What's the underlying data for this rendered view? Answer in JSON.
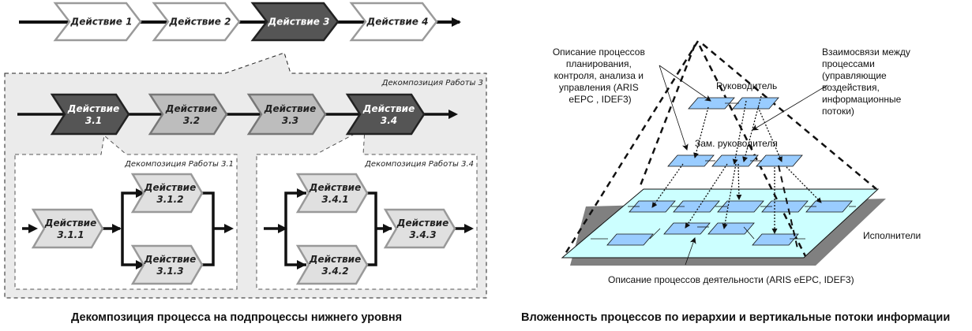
{
  "left_diagram": {
    "top_flow": [
      {
        "label": "Действие 1",
        "style": "white"
      },
      {
        "label": "Действие 2",
        "style": "white"
      },
      {
        "label": "Действие 3",
        "style": "dark"
      },
      {
        "label": "Действие 4",
        "style": "white"
      }
    ],
    "decomp3": {
      "title": "Декомпозиция Работы 3",
      "actions": [
        {
          "line1": "Действие",
          "line2": "3.1",
          "style": "dark"
        },
        {
          "line1": "Действие",
          "line2": "3.2",
          "style": "gray"
        },
        {
          "line1": "Действие",
          "line2": "3.3",
          "style": "gray"
        },
        {
          "line1": "Действие",
          "line2": "3.4",
          "style": "dark"
        }
      ]
    },
    "decomp31": {
      "title": "Декомпозиция Работы 3.1",
      "actions": [
        {
          "line1": "Действие",
          "line2": "3.1.1"
        },
        {
          "line1": "Действие",
          "line2": "3.1.2"
        },
        {
          "line1": "Действие",
          "line2": "3.1.3"
        }
      ]
    },
    "decomp34": {
      "title": "Декомпозиция Работы 3.4",
      "actions": [
        {
          "line1": "Действие",
          "line2": "3.4.1"
        },
        {
          "line1": "Действие",
          "line2": "3.4.2"
        },
        {
          "line1": "Действие",
          "line2": "3.4.3"
        }
      ]
    },
    "caption": "Декомпозиция процесса на подпроцессы нижнего уровня"
  },
  "right_diagram": {
    "level_top": "Руководитель",
    "level_mid": "Зам. руководителя",
    "level_bottom": "Исполнители",
    "annotation_left": [
      "Описание процессов",
      "планирования,",
      "контроля, анализа и",
      "управления (ARIS",
      "eEPC , IDEF3)"
    ],
    "annotation_right": [
      "Взаимосвязи между",
      "процессами",
      "(управляющие",
      "воздействия,",
      "информационные",
      "потоки)"
    ],
    "annotation_bottom": "Описание процессов деятельности (ARIS eEPC, IDEF3)",
    "caption": "Вложенность процессов по иерархии и вертикальные потоки информации"
  },
  "colors": {
    "dark_chevron": "#555555",
    "gray_chevron": "#bdbdbd",
    "light_chevron": "#e0e0e0",
    "panel_bg": "#ebebeb",
    "floor": "#ccffff",
    "floor_shadow": "#808080",
    "process_box": "#99ccff"
  }
}
